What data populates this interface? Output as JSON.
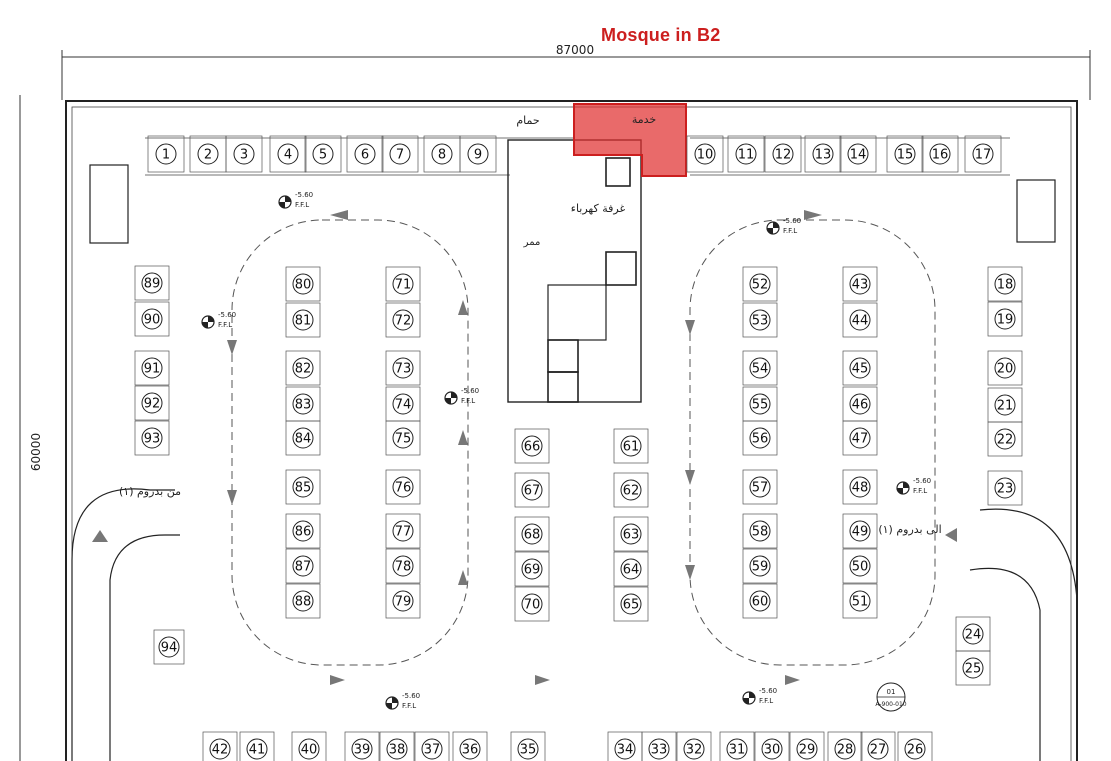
{
  "title": "Mosque in B2",
  "accent_color": "#e03131",
  "dims": {
    "overall_width": "87000",
    "overall_height": "60000",
    "ramp_down_left": "من بدروم (١)",
    "ramp_down_right": "الى بدروم (١)",
    "service": "خدمة",
    "wc": "حمام",
    "corridor": "ممر",
    "elec_room": "غرفة كهرباء",
    "ffl": "-5.60",
    "ffl_label": "F.F.L",
    "section_ref_top": "01",
    "section_ref_bottom": "A-900-010"
  },
  "stalls": {
    "top_left": [
      "1",
      "2",
      "3",
      "4",
      "5",
      "6",
      "7",
      "8",
      "9"
    ],
    "top_right": [
      "10",
      "11",
      "12",
      "13",
      "14",
      "15",
      "16",
      "17"
    ],
    "right_col": [
      "18",
      "19",
      "20",
      "21",
      "22",
      "23"
    ],
    "right_curve": [
      "24",
      "25"
    ],
    "bottom_right": [
      "26",
      "27",
      "28",
      "29",
      "30",
      "31",
      "32",
      "33",
      "34"
    ],
    "bottom_mid": [
      "35",
      "36",
      "37",
      "38",
      "39",
      "40",
      "41",
      "42"
    ],
    "mid_right_a": [
      "43",
      "44",
      "45",
      "46",
      "47",
      "48",
      "49",
      "50",
      "51"
    ],
    "mid_right_b": [
      "52",
      "53",
      "54",
      "55",
      "56",
      "57",
      "58",
      "59",
      "60"
    ],
    "core": [
      "61",
      "62",
      "63",
      "64",
      "65",
      "66",
      "67",
      "68",
      "69",
      "70"
    ],
    "mid_left_a": [
      "71",
      "72",
      "73",
      "74",
      "75",
      "76",
      "77",
      "78",
      "79"
    ],
    "mid_left_b": [
      "80",
      "81",
      "82",
      "83",
      "84",
      "85",
      "86",
      "87",
      "88"
    ],
    "left_col": [
      "89",
      "90",
      "91",
      "92",
      "93"
    ],
    "single": "94"
  }
}
